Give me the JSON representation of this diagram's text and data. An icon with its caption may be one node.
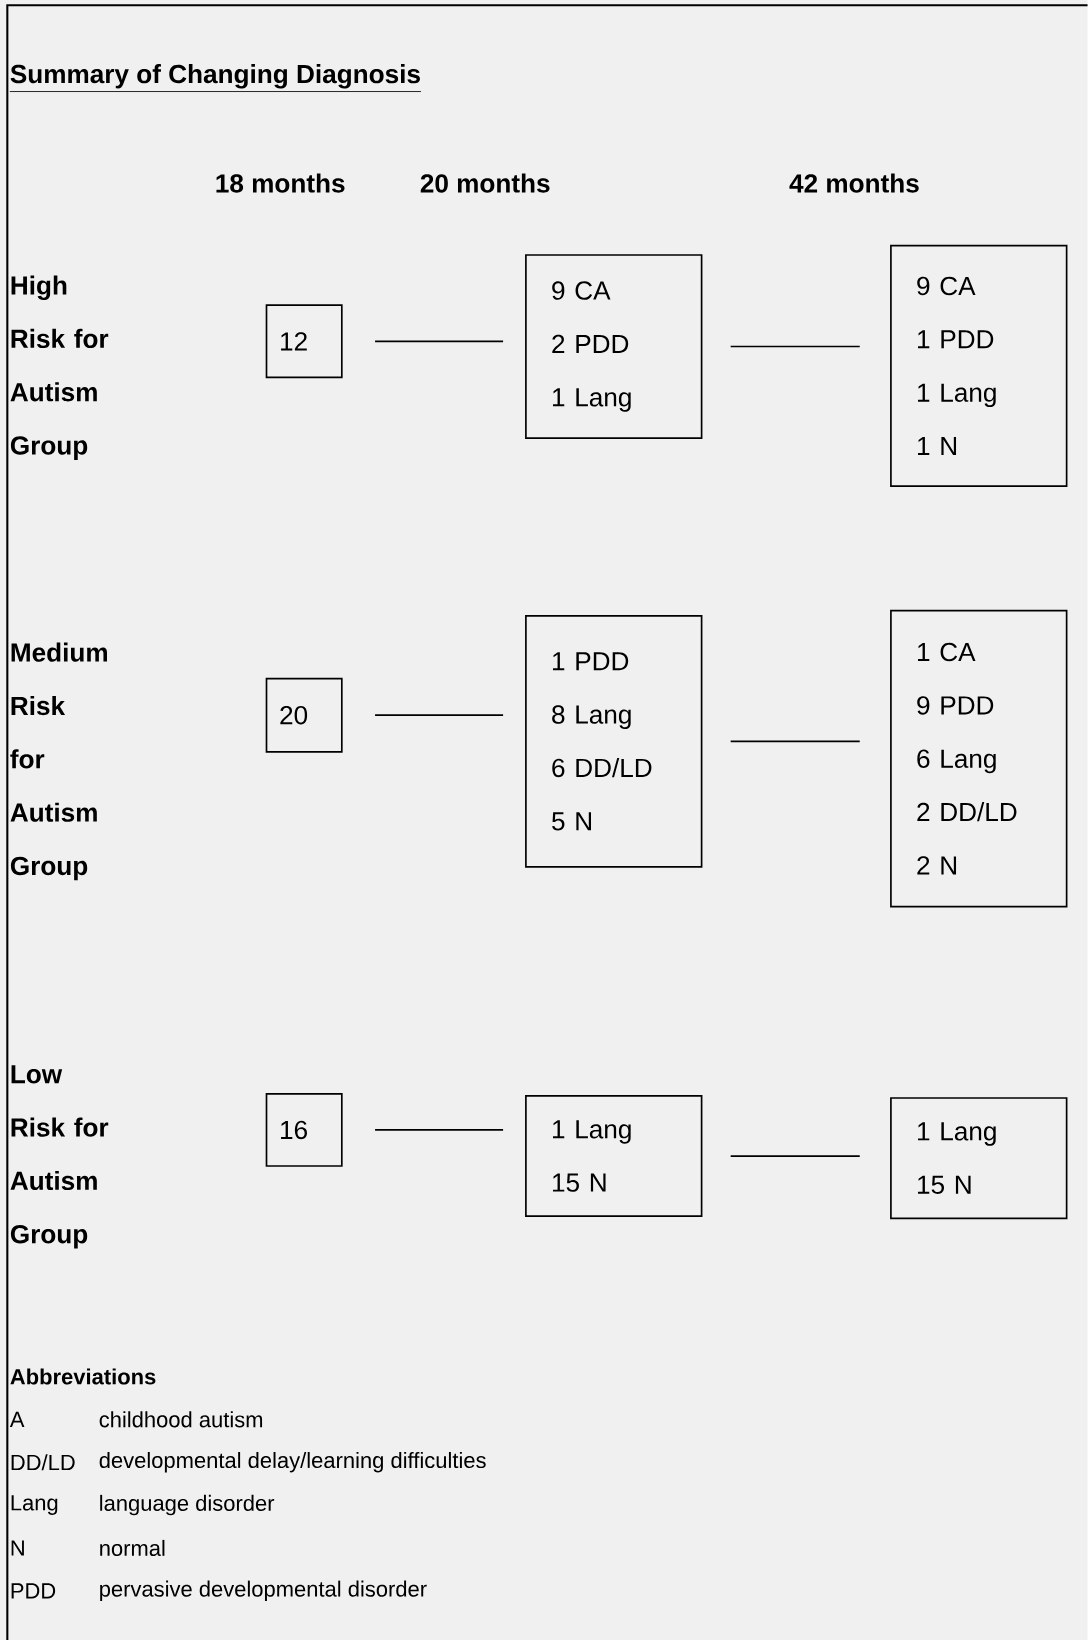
{
  "diagram": {
    "title": "Summary of Changing Diagnosis",
    "nodes": [
      {
        "text": [
          "12"
        ]
      },
      {
        "text": [
          "9 CA",
          "2 PDD",
          "1 Lang"
        ]
      },
      {
        "text": [
          "9 CA",
          "1 PDD",
          "1 Lang",
          "1 N"
        ]
      },
      {
        "text": [
          "20"
        ]
      },
      {
        "text": [
          "1 PDD",
          "8 Lang",
          "6 DD/LD",
          "5 N"
        ]
      },
      {
        "text": [
          "1 CA",
          "9 PDD",
          "6 Lang",
          "2 DD/LD",
          "2 N"
        ]
      },
      {
        "text": [
          "16"
        ]
      },
      {
        "text": [
          "1 Lang",
          "15 N"
        ]
      },
      {
        "text": [
          "1 Lang",
          "15 N"
        ]
      }
    ],
    "edges": [
      {
        "from": 0,
        "to": 1,
        "arrow": "none"
      },
      {
        "from": 1,
        "to": 2,
        "arrow": "none"
      },
      {
        "from": 3,
        "to": 4,
        "arrow": "none"
      },
      {
        "from": 4,
        "to": 5,
        "arrow": "none"
      },
      {
        "from": 6,
        "to": 7,
        "arrow": "none"
      },
      {
        "from": 7,
        "to": 8,
        "arrow": "none"
      }
    ],
    "labels": [
      "18 months",
      "20 months",
      "42 months",
      "High Risk for Autism Group",
      "Medium Risk for Autism Group",
      "Low Risk for Autism Group",
      "Abbreviations",
      "A",
      "childhood autism",
      "DD/LD",
      "developmental delay/learning difficulties",
      "Lang",
      "language disorder",
      "N",
      "normal",
      "PDD",
      "pervasive developmental disorder"
    ]
  }
}
